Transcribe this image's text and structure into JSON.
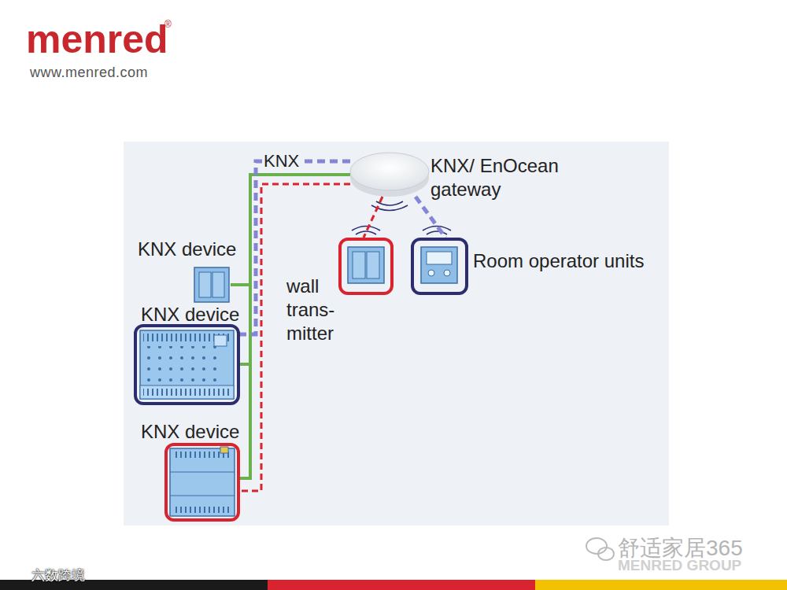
{
  "diagram": {
    "nodes": [
      {
        "text": [
          "KNX/ EnOcean gateway"
        ]
      },
      {
        "text": [
          "KNX device"
        ]
      },
      {
        "text": [
          "KNX device"
        ]
      },
      {
        "text": [
          "KNX device"
        ]
      },
      {
        "text": [
          "wall trans- mitter"
        ]
      },
      {
        "text": [
          "Room operator units"
        ]
      }
    ],
    "edges": [
      {
        "from": 0,
        "to": 1,
        "arrow": "none"
      },
      {
        "from": 0,
        "to": 2,
        "arrow": "none"
      },
      {
        "from": 0,
        "to": 3,
        "arrow": "none"
      },
      {
        "from": 0,
        "to": 2,
        "arrow": "none"
      },
      {
        "from": 0,
        "to": 3,
        "arrow": "none"
      },
      {
        "from": 0,
        "to": 4,
        "arrow": "none"
      },
      {
        "from": 0,
        "to": 5,
        "arrow": "none"
      }
    ],
    "labels": [
      "menred",
      "®",
      "www.menred.com",
      "KNX",
      "舒适家居365",
      "MENRED GROUP",
      "六数跨境"
    ]
  }
}
